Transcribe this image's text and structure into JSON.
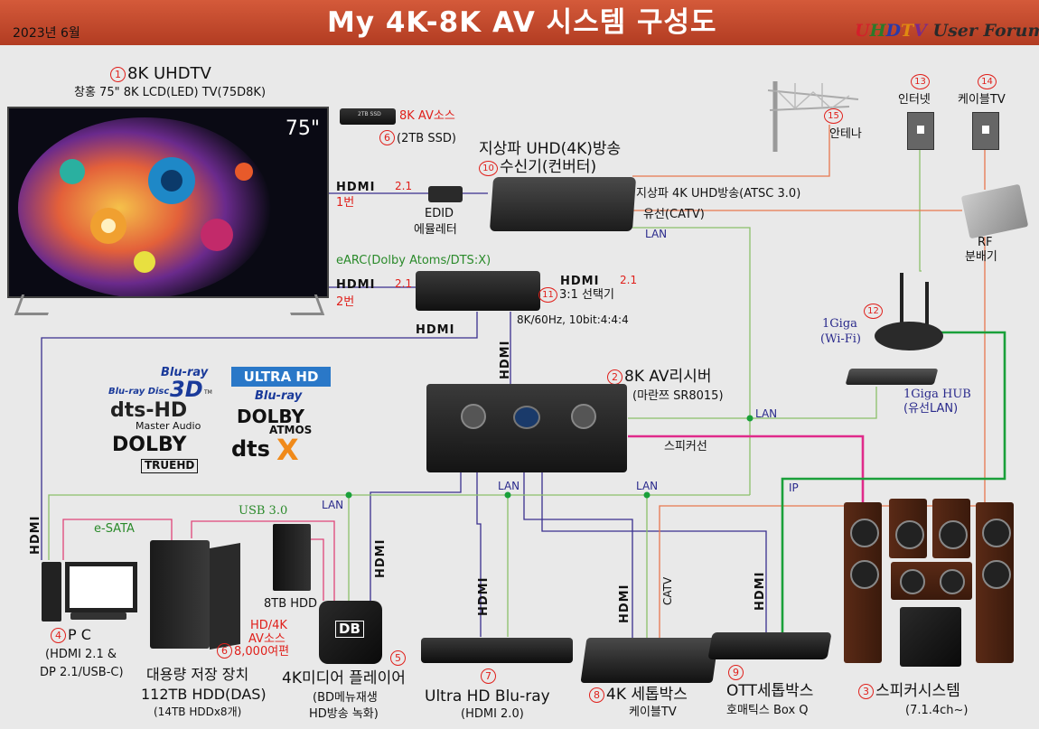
{
  "header": {
    "date": "2023년 6월",
    "title": "My 4K-8K AV 시스템 구성도",
    "brand_letters": [
      "U",
      "H",
      "D",
      "T",
      "V"
    ],
    "brand_letter_colors": [
      "#d4202a",
      "#2a7a2a",
      "#2a3aa8",
      "#e08a10",
      "#7a2a8a"
    ],
    "brand_suffix": "User Forum",
    "bar_color": "#c44b2e"
  },
  "devices": {
    "tv": {
      "num": "1",
      "name": "8K UHDTV",
      "model": "창홍 75\" 8K LCD(LED) TV(75D8K)",
      "size": "75\""
    },
    "ssd": {
      "num": "6",
      "line1": "8K AV소스",
      "line2": "(2TB SSD)",
      "label": "2TB SSD"
    },
    "tuner": {
      "num": "10",
      "line1": "지상파 UHD(4K)방송",
      "line2": "수신기(컨버터)"
    },
    "edid": {
      "line1": "EDID",
      "line2": "에뮬레터"
    },
    "antenna": {
      "num": "15",
      "name": "안테나"
    },
    "internet": {
      "num": "13",
      "name": "인터넷"
    },
    "cabletv": {
      "num": "14",
      "name": "케이블TV"
    },
    "rf": {
      "line1": "RF",
      "line2": "분배기"
    },
    "router": {
      "num": "12",
      "line1": "1Giga",
      "line2": "(Wi-Fi)"
    },
    "hub": {
      "line1": "1Giga HUB",
      "line2": "(유선LAN)"
    },
    "switcher": {
      "num": "11",
      "name": "3:1 선택기",
      "spec": "8K/60Hz, 10bit:4:4:4"
    },
    "receiver": {
      "num": "2",
      "name": "8K AV리시버",
      "model": "(마란쯔 SR8015)"
    },
    "pc": {
      "num": "4",
      "name": "P C",
      "line2": "(HDMI 2.1 &",
      "line3": "DP 2.1/USB-C)"
    },
    "das": {
      "num": "6",
      "line1": "HD/4K",
      "line2": "AV소스",
      "line3": "8,000여편",
      "name1": "대용량 저장 장치",
      "name2": "112TB HDD(DAS)",
      "name3": "(14TB HDDx8개)"
    },
    "hdd8": {
      "name": "8TB HDD"
    },
    "player": {
      "num": "5",
      "name": "4K미디어 플레이어",
      "line2": "(BD메뉴재생",
      "line3": "HD방송 녹화)",
      "logo": "DB"
    },
    "bluray": {
      "num": "7",
      "name": "Ultra HD Blu-ray",
      "line2": "(HDMI 2.0)"
    },
    "stb": {
      "num": "8",
      "name": "4K 세톱박스",
      "line2": "케이블TV"
    },
    "ott": {
      "num": "9",
      "name": "OTT세톱박스",
      "line2": "호매틱스 Box Q"
    },
    "speakers": {
      "num": "3",
      "name": "스피커시스템",
      "line2": "(7.1.4ch~)"
    }
  },
  "connections": {
    "hdmi": "HDMI",
    "hdmi21": "2.1",
    "port1": "1번",
    "port2": "2번",
    "earc": "eARC(Dolby Atoms/DTS:X)",
    "atsc": "지상파 4K UHD방송(ATSC 3.0)",
    "catv": "유선(CATV)",
    "catv_v": "CATV",
    "lan": "LAN",
    "ip": "IP",
    "speaker_cable": "스피커선",
    "esata": "e-SATA",
    "usb": "USB 3.0"
  },
  "logos": {
    "bluray_top": "Blu-ray",
    "bluray_disc": "Blu-ray Disc",
    "bluray_3d": "3D",
    "tm": "TM",
    "dts_hd": "dts-HD",
    "master_audio": "Master Audio",
    "dolby": "DOLBY",
    "truehd": "TRUEHD",
    "ultrahd": "ULTRA HD",
    "bluray_small": "Blu-ray",
    "dolby_atmos_1": "DOLBY",
    "dolby_atmos_2": "ATMOS",
    "dtsx": "dts",
    "dtsx_x": "X"
  },
  "colors": {
    "hdmi_line": "#3a2f8f",
    "lan_line": "#8bc06a",
    "catv_line": "#e8774f",
    "usb_line": "#e0457a",
    "speaker_line": "#e02a8a",
    "ip_line": "#1aa03a"
  }
}
